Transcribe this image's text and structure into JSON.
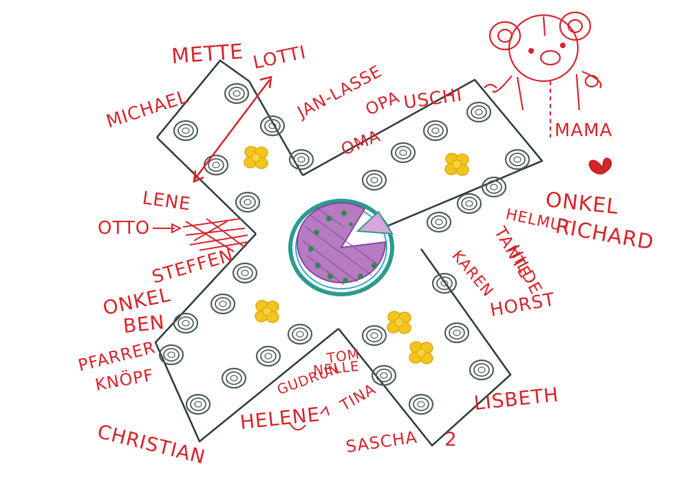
{
  "colors": {
    "ink_red": "#d8232a",
    "ink_dark_red": "#b51d22",
    "board_outline": "#2e3d3a",
    "hole_stroke": "#4c5c59",
    "flower_yellow": "#f2c51c",
    "cake_outer": "#2b9b8e",
    "cake_fill": "#8f3f9a",
    "cake_dots": "#2f8a4c"
  },
  "icons": {
    "teddy": "teddy-bear-drawing",
    "heart": "heart-drawing",
    "cake": "cake-drawing",
    "flower": "flower-drawing"
  },
  "labels": {
    "mette": "METTE",
    "lotti": "LOTTI",
    "michael": "MICHAEL",
    "jan_lasse": "JAN-LASSE",
    "uschi": "USCHI",
    "opa": "OPA",
    "oma": "OMA",
    "mama": "MAMA",
    "lene": "LENE",
    "onkel_richard_1": "ONKEL",
    "onkel_richard_2": "RICHARD",
    "helmut": "HELMUT",
    "otto": "OTTO",
    "tante_hilde_1": "TANTE",
    "tante_hilde_2": "HILDE",
    "karen": "KAREN",
    "steffen": "STEFFEN",
    "onkel_ben_1": "ONKEL",
    "onkel_ben_2": "BEN",
    "horst": "HORST",
    "pfarrer_knoepf_1": "PFARRER",
    "pfarrer_knoepf_2": "KNÖPF",
    "tom": "TOM",
    "nelle": "NELLE",
    "gudrun": "GUDRUN",
    "tina": "TINA",
    "helene": "HELENE",
    "lisbeth": "LISBETH",
    "christian": "CHRISTIAN",
    "sascha": "SASCHA",
    "number_two": "2"
  }
}
